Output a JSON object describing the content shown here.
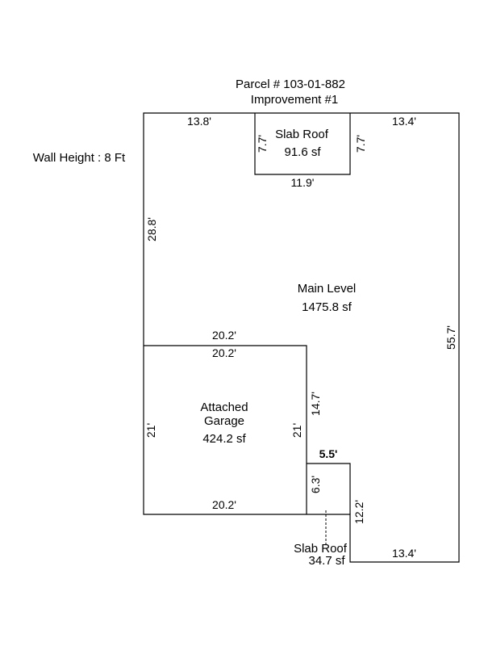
{
  "header": {
    "parcel": "Parcel # 103-01-882",
    "improvement": "Improvement #1"
  },
  "wall_height": "Wall Height : 8 Ft",
  "areas": {
    "main_level": {
      "name": "Main Level",
      "size": "1475.8 sf"
    },
    "slab_roof_top": {
      "name": "Slab Roof",
      "size": "91.6 sf"
    },
    "garage": {
      "name_line1": "Attached",
      "name_line2": "Garage",
      "size": "424.2 sf"
    },
    "slab_roof_bottom": {
      "name": "Slab Roof",
      "size": "34.7 sf"
    }
  },
  "dimensions": {
    "top_left": "13.8'",
    "top_right": "13.4'",
    "slab_left": "7.7'",
    "slab_right": "7.7'",
    "slab_bottom": "11.9'",
    "left_wall": "28.8'",
    "right_wall": "55.7'",
    "main_garage_top": "20.2'",
    "garage_top": "20.2'",
    "garage_left": "21'",
    "garage_right": "21'",
    "garage_right_outer": "14.7'",
    "small_top": "5.5'",
    "small_left": "6.3'",
    "small_right": "12.2'",
    "garage_bottom": "20.2'",
    "bottom_right": "13.4'"
  }
}
